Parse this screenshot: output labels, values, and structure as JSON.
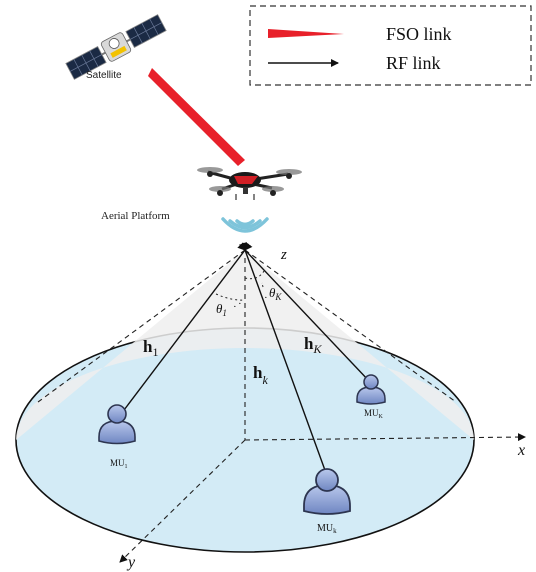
{
  "legend": {
    "fso_label": "FSO  link",
    "rf_label": "RF link"
  },
  "labels": {
    "satellite": "Satellite",
    "aerial_platform": "Aerial Platform",
    "axis_x": "x",
    "axis_y": "y",
    "axis_z": "z",
    "theta_1": "θ",
    "theta_1_sub": "1",
    "theta_k": "θ",
    "theta_k_sub": "K",
    "h_1": "h",
    "h_1_sub": "1",
    "h_K": "h",
    "h_K_sub": "K",
    "h_k": "h",
    "h_k_sub": "k",
    "mu_1": "MU",
    "mu_1_sub": "1",
    "mu_K": "MU",
    "mu_K_sub": "K",
    "mu_k": "MU",
    "mu_k_sub": "k"
  },
  "colors": {
    "fso": "#e8202a",
    "ground_fill": "#d3ebf6",
    "cone_fill": "#efefef",
    "user_fill": "#8a9fd0",
    "signal": "#7ec4da"
  }
}
